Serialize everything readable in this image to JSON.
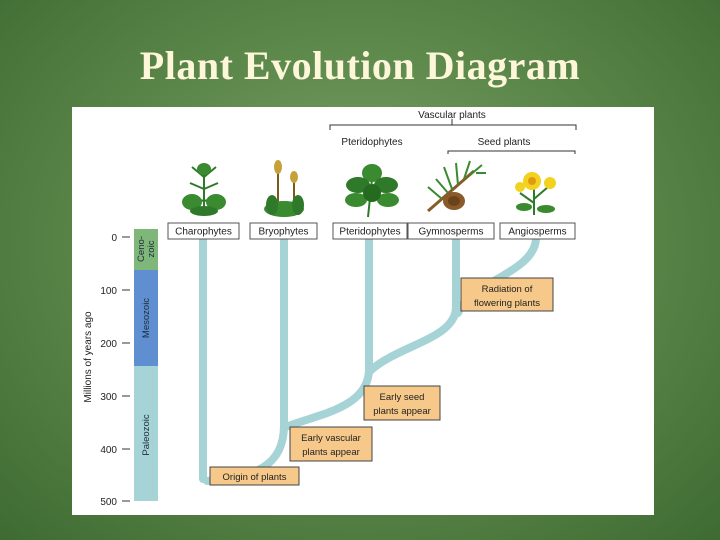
{
  "title": "Plant Evolution Diagram",
  "header": {
    "vascular_plants": "Vascular plants",
    "pteridophytes": "Pteridophytes",
    "seed_plants": "Seed plants"
  },
  "groups": [
    "Charophytes",
    "Bryophytes",
    "Pteridophytes",
    "Gymnosperms",
    "Angiosperms"
  ],
  "axis": {
    "label": "Millions of years ago",
    "ticks": [
      "0",
      "100",
      "200",
      "300",
      "400",
      "500"
    ]
  },
  "eras": {
    "cenozoic": "Ceno-\nzoic",
    "mesozoic": "Mesozoic",
    "paleozoic": "Paleozoic"
  },
  "events": {
    "origin": "Origin of plants",
    "early_vascular_1": "Early vascular",
    "early_vascular_2": "plants appear",
    "early_seed_1": "Early seed",
    "early_seed_2": "plants appear",
    "radiation_1": "Radiation of",
    "radiation_2": "flowering plants"
  },
  "colors": {
    "branch": "#a6d4d6",
    "cenozoic": "#7fb77a",
    "mesozoic": "#5f8fd0",
    "paleozoic": "#a6d4d6",
    "event_box": "#f6c88a"
  }
}
